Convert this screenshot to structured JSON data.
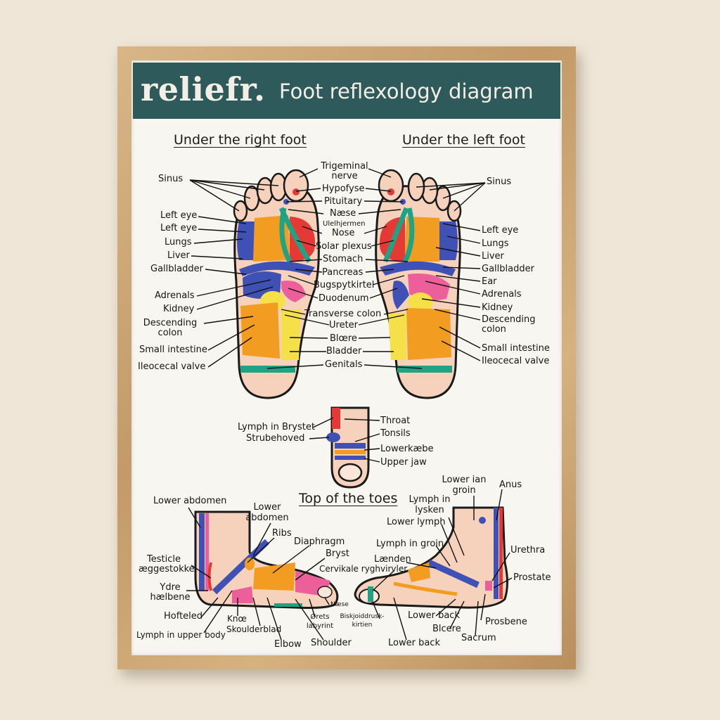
{
  "header": {
    "brand": "reliefr.",
    "title": "Foot reflexology diagram"
  },
  "sections": {
    "right_foot": "Under the right foot",
    "left_foot": "Under the left foot",
    "toes": "Top of the toes"
  },
  "colors": {
    "banner": "#2e5a5c",
    "blue": "#3f51b5",
    "orange": "#f39c22",
    "red": "#e53935",
    "green": "#1fa384",
    "yellow": "#f6e04a",
    "pink": "#ec5f9b",
    "skin": "#f6d2bd"
  },
  "right_labels": {
    "sinus": "Sinus",
    "left_eye_1": "Left eye",
    "left_eye_2": "Left eye",
    "lungs": "Lungs",
    "liver": "Liver",
    "gallbladder": "Gallbladder",
    "adrenals": "Adrenals",
    "kidney": "Kidney",
    "descending": "Descending",
    "colon": "colon",
    "small_intestine": "Small intestine",
    "ileocecal": "Ileocecal valve"
  },
  "center_labels": {
    "trigeminal": "Trigeminal",
    "nerve": "nerve",
    "hypofyse": "Hypofyse",
    "pituitary": "Pituitary",
    "naese": "Næse",
    "ulelhjermen": "Ulelhjermen",
    "nose": "Nose",
    "solar_plexus": "Solar plexus",
    "stomach": "Stomach",
    "pancreas": "Pancreas",
    "bugspytkirtel": "Bugspytkirtel",
    "duodenum": "Duodenum",
    "transverse_colon": "Transverse colon",
    "ureter": "Ureter",
    "blaere": "Blœre",
    "bladder": "Bladder",
    "genitals": "Genitals"
  },
  "left_labels": {
    "sinus": "Sinus",
    "left_eye": "Left eye",
    "lungs": "Lungs",
    "liver": "Liver",
    "gallbladder": "Gallbladder",
    "ear": "Ear",
    "adrenals": "Adrenals",
    "kidney": "Kidney",
    "descending": "Descending",
    "colon": "colon",
    "small_intestine": "Small intestine",
    "ileocecal": "Ileocecal valve"
  },
  "toe_labels": {
    "lymph_brystet": "Lymph in Brystet",
    "strubehoved": "Strubehoved",
    "throat": "Throat",
    "tonsils": "Tonsils",
    "lowerkaebe": "Lowerkæbe",
    "upper_jaw": "Upper jaw"
  },
  "side1_labels": {
    "lower_abdomen": "Lower abdomen",
    "lower_abdomen2a": "Lower",
    "lower_abdomen2b": "abdomen",
    "ribs": "Ribs",
    "diaphragm": "Diaphragm",
    "bryst": "Bryst",
    "testicle": "Testicle",
    "aeggestokke": "æggestokke",
    "ydre": "Ydre",
    "haelbene": "hælbene",
    "hofteled": "Hofteled",
    "lymph_upper": "Lymph in upper body",
    "knae": "Knœ",
    "skulderblad": "Skoulderblad",
    "elbow": "Elbow",
    "shoulder": "Shoulder",
    "orets": "Ørets",
    "labyrint": "labyrint",
    "naese": "Næse"
  },
  "side2_labels": {
    "lower_ian": "Lower ian",
    "groin": "groin",
    "anus": "Anus",
    "lymph_in": "Lymph in",
    "lysken": "lysken",
    "lower_lymph": "Lower lymph",
    "lymph_groin": "Lymph in groin",
    "laenden": "Lænden",
    "cervikale": "Cervikale ryghvirvler",
    "urethra": "Urethra",
    "prostate": "Prostate",
    "biskjoid": "Biskjoiddrusk-",
    "kirtien": "kirtien",
    "lower_back": "Lower back",
    "blcere": "Blcere",
    "prosbene": "Prosbene",
    "sacrum": "Sacrum",
    "lower_back2": "Lower back"
  }
}
